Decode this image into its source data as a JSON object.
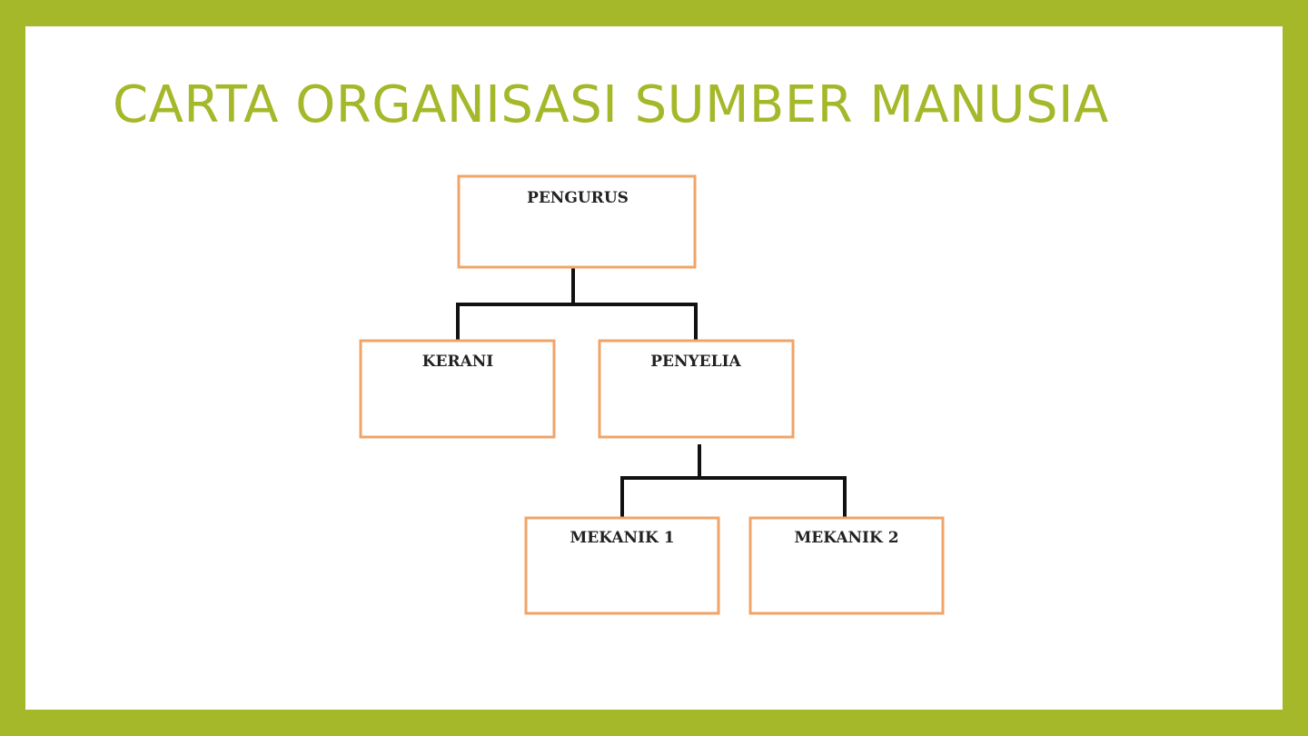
{
  "slide": {
    "title": "CARTA ORGANISASI SUMBER MANUSIA",
    "colors": {
      "frame": "#a5b829",
      "title": "#a5b829",
      "box_border": "#f0a468",
      "connector": "#111111"
    }
  },
  "org_chart": {
    "nodes": [
      {
        "id": "pengurus",
        "label": "PENGURUS",
        "parent": null
      },
      {
        "id": "kerani",
        "label": "KERANI",
        "parent": "pengurus"
      },
      {
        "id": "penyelia",
        "label": "PENYELIA",
        "parent": "pengurus"
      },
      {
        "id": "mekanik1",
        "label": "MEKANIK 1",
        "parent": "penyelia"
      },
      {
        "id": "mekanik2",
        "label": "MEKANIK 2",
        "parent": "penyelia"
      }
    ]
  }
}
